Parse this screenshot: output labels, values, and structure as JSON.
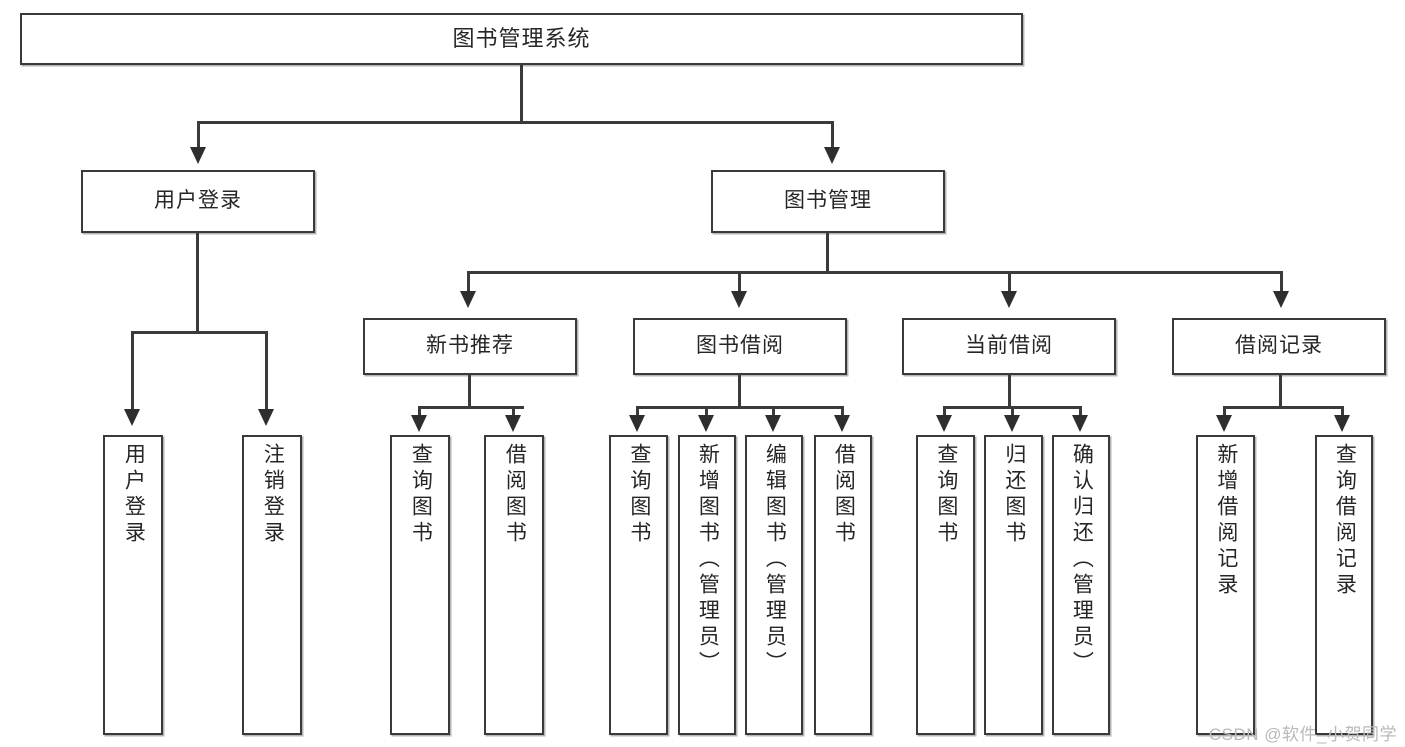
{
  "diagram": {
    "type": "tree",
    "title": "图书管理系统",
    "watermark": "CSDN @软件_小贺同学",
    "colors": {
      "background": "#ffffff",
      "box_border": "#3a3a3a",
      "connector": "#3a3a3a",
      "text": "#262626",
      "watermark": "#b9b9b9"
    },
    "root": {
      "label": "图书管理系统"
    },
    "level2": [
      {
        "label": "用户登录"
      },
      {
        "label": "图书管理"
      }
    ],
    "level3": [
      {
        "label": "新书推荐"
      },
      {
        "label": "图书借阅"
      },
      {
        "label": "当前借阅"
      },
      {
        "label": "借阅记录"
      }
    ],
    "leaves": {
      "user_login": [
        {
          "label": "用户登录"
        },
        {
          "label": "注销登录"
        }
      ],
      "new_book": [
        {
          "label": "查询图书"
        },
        {
          "label": "借阅图书"
        }
      ],
      "book_borrow": [
        {
          "label": "查询图书"
        },
        {
          "label": "新增图书（管理员）"
        },
        {
          "label": "编辑图书（管理员）"
        },
        {
          "label": "借阅图书"
        }
      ],
      "current_borrow": [
        {
          "label": "查询图书"
        },
        {
          "label": "归还图书"
        },
        {
          "label": "确认归还（管理员）"
        }
      ],
      "borrow_record": [
        {
          "label": "新增借阅记录"
        },
        {
          "label": "查询借阅记录"
        }
      ]
    }
  }
}
